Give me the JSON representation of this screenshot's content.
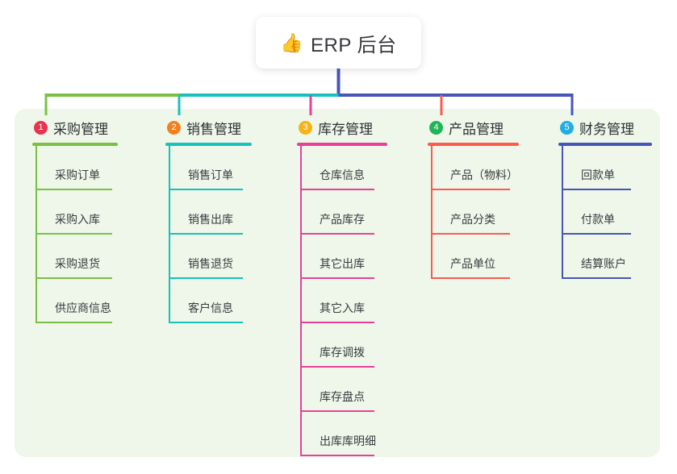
{
  "diagram": {
    "type": "mindmap",
    "title": "ERP 后台",
    "root": {
      "icon": "thumbs-up-icon",
      "emoji": "👍",
      "label": "ERP 后台",
      "stem_color": "#4655b8"
    },
    "panel_color": "#eef7e9",
    "branches": [
      {
        "number": "1",
        "label": "采购管理",
        "badge_color": "#e8344f",
        "line_color": "#7ac143",
        "items": [
          "采购订单",
          "采购入库",
          "采购退货",
          "供应商信息"
        ]
      },
      {
        "number": "2",
        "label": "销售管理",
        "badge_color": "#f08121",
        "line_color": "#16c2bd",
        "items": [
          "销售订单",
          "销售出库",
          "销售退货",
          "客户信息"
        ]
      },
      {
        "number": "3",
        "label": "库存管理",
        "badge_color": "#f5b315",
        "line_color": "#e8409a",
        "items": [
          "仓库信息",
          "产品库存",
          "其它出库",
          "其它入库",
          "库存调拨",
          "库存盘点",
          "出库库明细"
        ]
      },
      {
        "number": "4",
        "label": "产品管理",
        "badge_color": "#20b558",
        "line_color": "#fb5a4e",
        "items": [
          "产品（物料）",
          "产品分类",
          "产品单位"
        ]
      },
      {
        "number": "5",
        "label": "财务管理",
        "badge_color": "#22aee0",
        "line_color": "#4655b8",
        "items": [
          "回款单",
          "付款单",
          "结算账户"
        ]
      }
    ]
  }
}
